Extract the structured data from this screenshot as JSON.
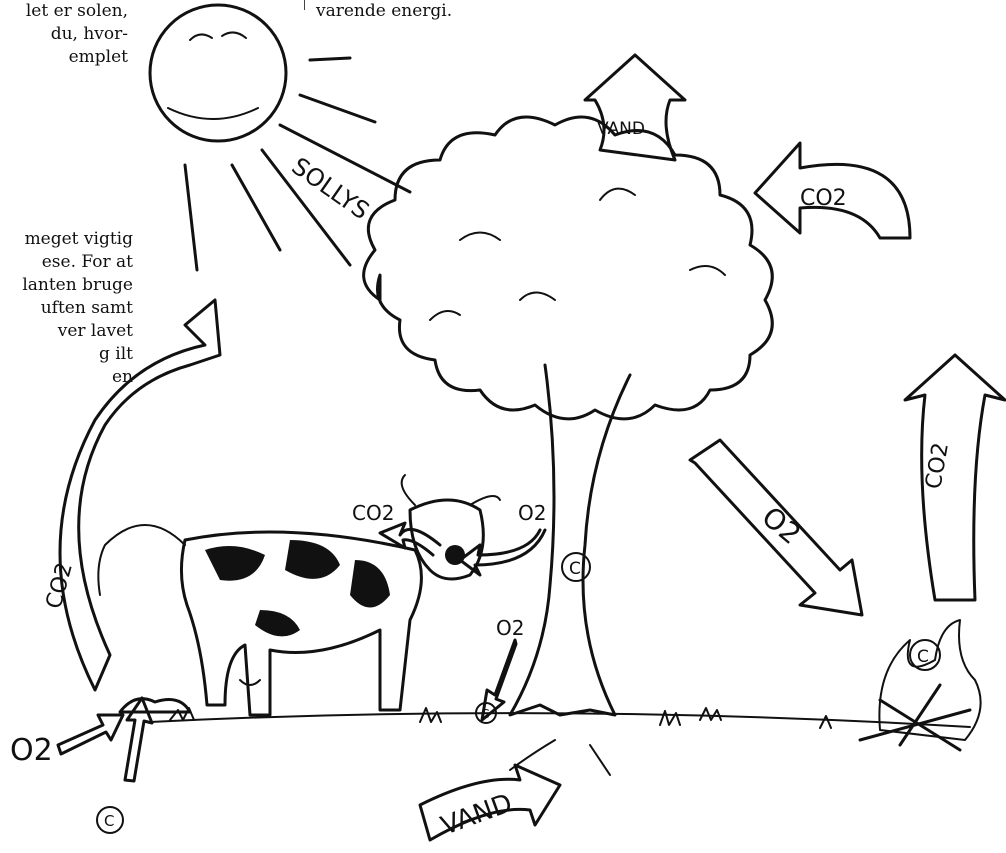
{
  "text": {
    "top_left_lines": "let er solen,\ndu, hvor-\nemplet",
    "middle_left_lines": "meget vigtig\nese. For at\nlanten bruge\nuften samt\nver lavet\ng ilt\nen",
    "top_right_line": "varende energi."
  },
  "labels": {
    "sun": "SOLLYS",
    "water_top": "VAND",
    "water_bottom": "VAND",
    "co2_tree": "CO2",
    "co2_cow": "CO2",
    "co2_left_arrow": "CO2",
    "co2_fire": "CO2",
    "o2_right_arrow": "O2",
    "o2_cow": "O2",
    "o2_ground": "O2",
    "o2_bottom_left": "O2",
    "carbon_tree": "C",
    "carbon_ground": "C",
    "carbon_bottom": "C",
    "carbon_fire": "C"
  }
}
